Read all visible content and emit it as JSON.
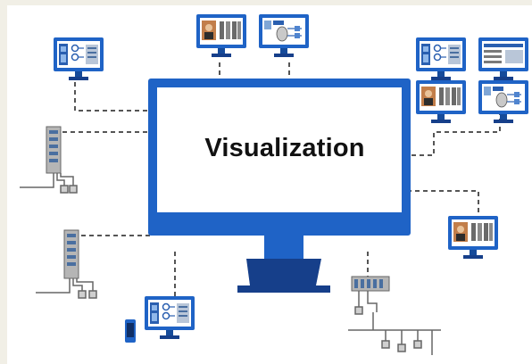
{
  "diagram": {
    "caption": "Visualization",
    "central_node": "large-monitor",
    "nodes": [
      "monitor-top-left",
      "monitor-top-center-a",
      "monitor-top-center-b",
      "monitor-right-top-a",
      "monitor-right-top-b",
      "monitor-right-top-c",
      "monitor-right-top-d",
      "monitor-right-middle",
      "monitor-bottom-left",
      "io-rack-left-upper",
      "io-rack-left-lower",
      "io-rack-bottom-right",
      "field-devices-left-upper",
      "field-devices-left-lower",
      "field-bus-bottom-right",
      "mobile-device"
    ],
    "colors": {
      "monitor_blue": "#1f63c6",
      "monitor_dark": "#164b9a",
      "stand_dark": "#163f8a",
      "dashed_line": "#555555",
      "background": "#ffffff",
      "outer_border": "#f1efe6"
    }
  }
}
